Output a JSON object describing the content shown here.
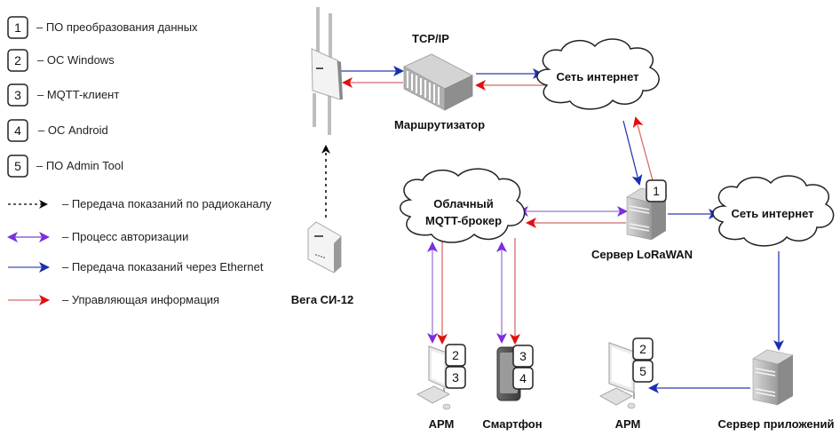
{
  "legend": {
    "software": [
      {
        "num": "1",
        "label": "– ПО преобразования данных"
      },
      {
        "num": "2",
        "label": "– ОС Windows"
      },
      {
        "num": "3",
        "label": "– MQTT-клиент"
      },
      {
        "num": "4",
        "label": "– ОС Android"
      },
      {
        "num": "5",
        "label": "– ПО Admin Tool"
      }
    ],
    "links": [
      {
        "style": "dashed",
        "label": "– Передача показаний по радиоканалу",
        "color": "#000000"
      },
      {
        "style": "double",
        "label": "– Процесс авторизации",
        "color": "#7b2fe0"
      },
      {
        "style": "solid",
        "label": "– Передача показаний через Ethernet",
        "color": "#1a2fb0"
      },
      {
        "style": "solid",
        "label": "– Управляющая информация",
        "color": "#e01010"
      }
    ]
  },
  "colors": {
    "radio": "#000000",
    "auth": "#7b2fe0",
    "auth_line": "#a98be0",
    "ethernet": "#1a2fb0",
    "control": "#e01010",
    "control_line": "#d86a6a"
  },
  "nodes": {
    "gateway": {
      "label": ""
    },
    "router": {
      "label": "Маршрутизатор",
      "top_label": "TCP/IP"
    },
    "internet1": {
      "label": "Сеть интернет"
    },
    "internet2": {
      "label": "Сеть интернет"
    },
    "mqtt_broker": {
      "label_line1": "Облачный",
      "label_line2": "MQTT-брокер"
    },
    "lorawan_server": {
      "label": "Сервер LoRaWAN",
      "badges": [
        "1"
      ]
    },
    "meter": {
      "label": "Вега СИ-12"
    },
    "arm1": {
      "label": "АРМ",
      "badges": [
        "2",
        "3"
      ]
    },
    "smartphone": {
      "label": "Смартфон",
      "badges": [
        "3",
        "4"
      ]
    },
    "arm2": {
      "label": "АРМ",
      "badges": [
        "2",
        "5"
      ]
    },
    "app_server": {
      "label": "Сервер приложений"
    }
  }
}
